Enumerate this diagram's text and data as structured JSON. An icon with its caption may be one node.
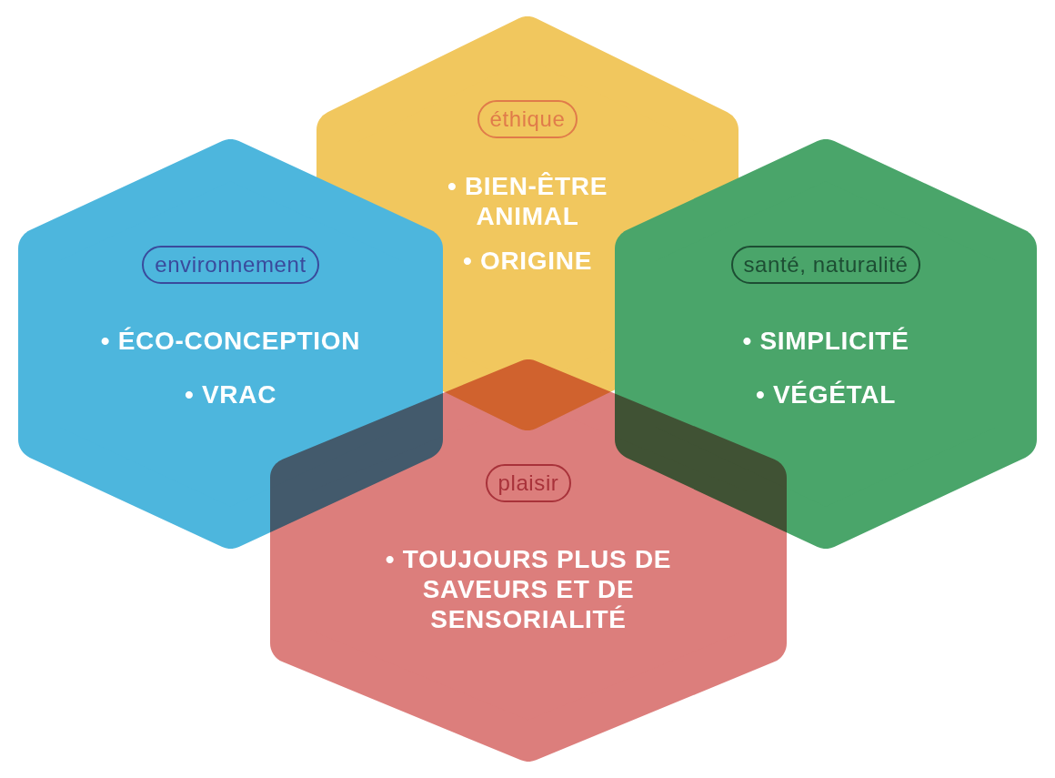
{
  "diagram": {
    "nodes": [
      {
        "text": [
          "éthique",
          "• BIEN-ÊTRE ANIMAL",
          "• ORIGINE"
        ]
      },
      {
        "text": [
          "environnement",
          "• ÉCO-CONCEPTION",
          "• VRAC"
        ]
      },
      {
        "text": [
          "santé, naturalité",
          "• SIMPLICITÉ",
          "• VÉGÉTAL"
        ]
      },
      {
        "text": [
          "plaisir",
          "• TOUJOURS PLUS DE SAVEURS ET DE SENSORIALITÉ"
        ]
      }
    ]
  }
}
